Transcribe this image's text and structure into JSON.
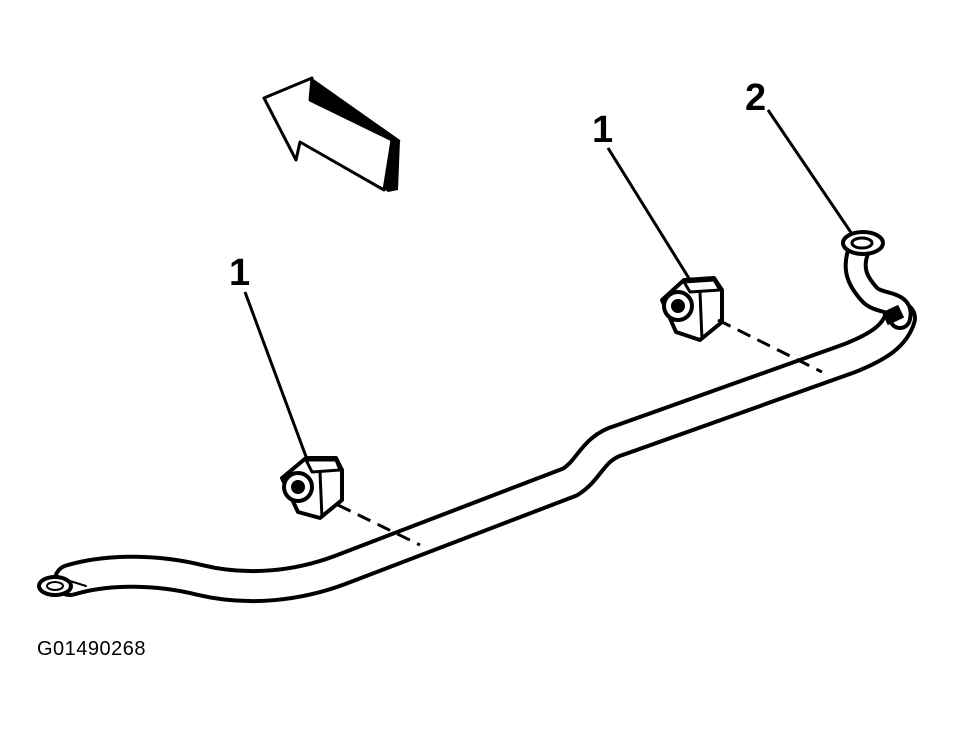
{
  "callouts": {
    "left_bushing": "1",
    "right_bushing": "1",
    "link": "2"
  },
  "figure": {
    "id": "G01490268"
  },
  "colors": {
    "ink": "#000000",
    "paper": "#ffffff"
  },
  "icons": {
    "direction": "front-direction-arrow-icon"
  }
}
